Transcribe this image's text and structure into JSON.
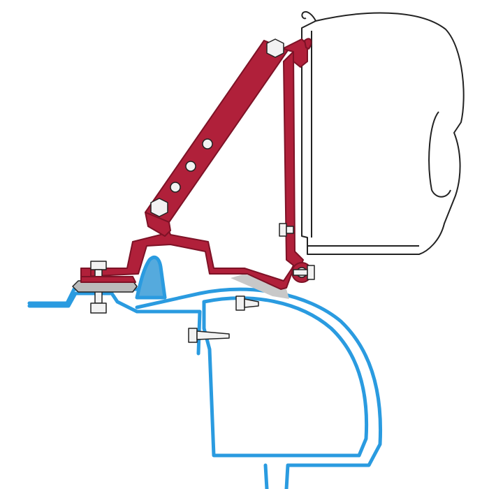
{
  "diagram": {
    "kind": "awning-mounting-bracket-cross-section",
    "colors": {
      "background": "#ffffff",
      "bracket": "#b0203a",
      "bracket_dark": "#7d1226",
      "bracket_highlight": "#d8546a",
      "vehicle_body": "#2a9be0",
      "vehicle_body_dark": "#1d6fa8",
      "vehicle_inner": "#ffffff",
      "seal": "#55aadd",
      "awning_outline": "#222222",
      "awning_fill": "#ffffff",
      "bolt_fill": "#f2f2f2",
      "bolt_outline": "#222222",
      "gasket": "#bbbbbb",
      "roof_line": "#bbbbbb",
      "pad": "#c8c8c8"
    },
    "parts": [
      {
        "name": "awning-cassette",
        "icon": "awning-housing"
      },
      {
        "name": "mounting-arm",
        "icon": "slotted-strut"
      },
      {
        "name": "adapter-bracket",
        "icon": "profile-bracket"
      },
      {
        "name": "vehicle-roof-rail",
        "icon": "roof-profile"
      },
      {
        "name": "bolts",
        "icon": "hex-bolt"
      },
      {
        "name": "screws",
        "icon": "self-tapping-screw"
      }
    ]
  }
}
